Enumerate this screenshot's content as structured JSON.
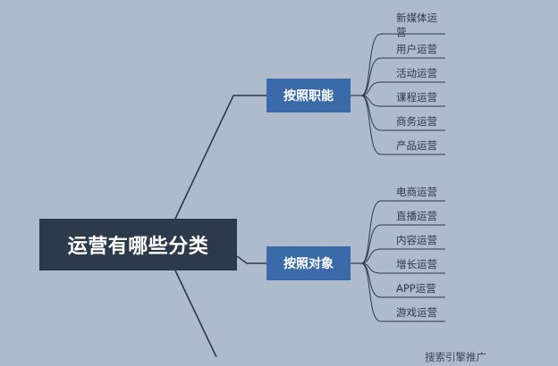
{
  "central_topic": "运营有哪些分类",
  "branches": [
    {
      "label": "按照职能",
      "leaves": [
        "新媒体运营",
        "用户运营",
        "活动运营",
        "课程运营",
        "商务运营",
        "产品运营"
      ]
    },
    {
      "label": "按照对象",
      "leaves": [
        "电商运营",
        "直播运营",
        "内容运营",
        "增长运营",
        "APP运营",
        "游戏运营"
      ]
    }
  ],
  "partial_leaf": "搜索引擎推广",
  "colors": {
    "background": "#aebbcc",
    "central_fill": "#2c3a4c",
    "branch_fill": "#3b6aa8",
    "line": "#2e3a4a"
  }
}
